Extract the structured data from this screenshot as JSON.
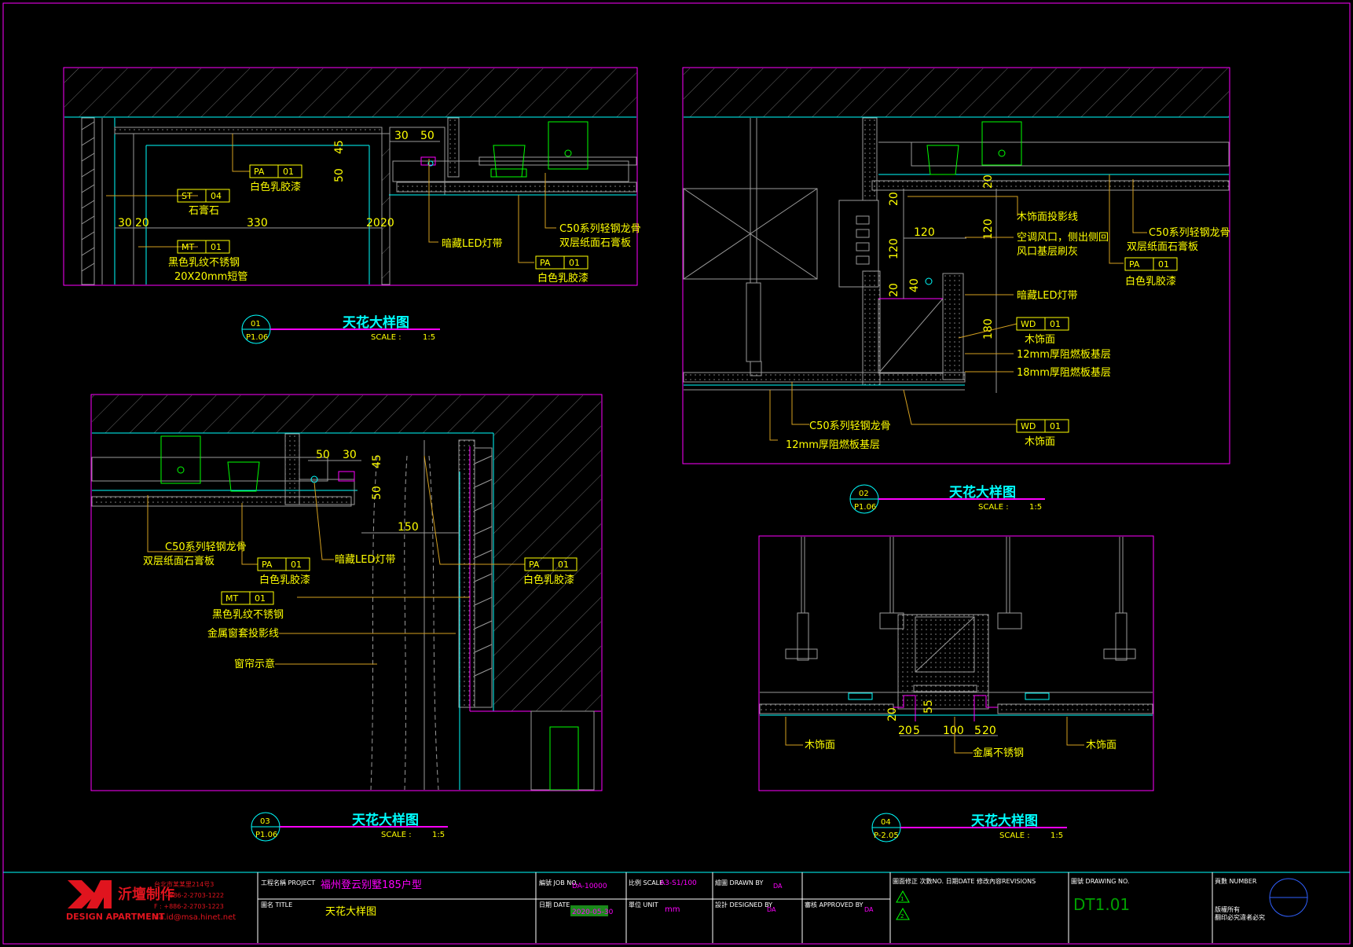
{
  "detail1": {
    "tags": [
      {
        "code": "PA",
        "num": "01",
        "text": "白色乳胶漆"
      },
      {
        "code": "ST",
        "num": "04",
        "text": "石膏石"
      },
      {
        "code": "MT",
        "num": "01",
        "text": "黑色乳纹不锈钢",
        "text2": "20X20mm短管"
      },
      {
        "code": "PA",
        "num": "01",
        "text": "白色乳胶漆"
      }
    ],
    "notes": [
      "暗藏LED灯带",
      "C50系列轻钢龙骨",
      "双层纸面石膏板"
    ],
    "dims": [
      "30",
      "50",
      "45",
      "50",
      "30",
      "20",
      "330",
      "20",
      "20"
    ],
    "title": {
      "num": "01",
      "sheet": "P1.06",
      "name": "天花大样图",
      "scale_label": "SCALE :",
      "scale": "1:5"
    }
  },
  "detail2": {
    "notes": [
      "木饰面投影线",
      "空调风口，侧出侧回",
      "风口基层刷灰",
      "暗藏LED灯带",
      "12mm厚阻燃板基层",
      "18mm厚阻燃板基层",
      "C50系列轻钢龙骨",
      "12mm厚阻燃板基层",
      "C50系列轻钢龙骨",
      "双层纸面石膏板"
    ],
    "tags": [
      {
        "code": "WD",
        "num": "01",
        "text": "木饰面"
      },
      {
        "code": "WD",
        "num": "01",
        "text": "木饰面"
      },
      {
        "code": "PA",
        "num": "01",
        "text": "白色乳胶漆"
      }
    ],
    "dims": [
      "20",
      "120",
      "20",
      "120",
      "20",
      "40",
      "120",
      "180"
    ],
    "title": {
      "num": "02",
      "sheet": "P1.06",
      "name": "天花大样图",
      "scale_label": "SCALE :",
      "scale": "1:5"
    }
  },
  "detail3": {
    "notes": [
      "C50系列轻钢龙骨",
      "双层纸面石膏板",
      "暗藏LED灯带",
      "金属窗套投影线",
      "窗帘示意"
    ],
    "tags": [
      {
        "code": "PA",
        "num": "01",
        "text": "白色乳胶漆"
      },
      {
        "code": "PA",
        "num": "01",
        "text": "白色乳胶漆"
      },
      {
        "code": "MT",
        "num": "01",
        "text": "黑色乳纹不锈钢"
      }
    ],
    "dims": [
      "50",
      "30",
      "45",
      "50",
      "150"
    ],
    "title": {
      "num": "03",
      "sheet": "P1.06",
      "name": "天花大样图",
      "scale_label": "SCALE :",
      "scale": "1:5"
    }
  },
  "detail4": {
    "notes": [
      "木饰面",
      "金属不锈钢",
      "木饰面"
    ],
    "dims": [
      "20",
      "55",
      "20",
      "5",
      "100",
      "5",
      "20"
    ],
    "title": {
      "num": "04",
      "sheet": "P-2.05",
      "name": "天花大样图",
      "scale_label": "SCALE :",
      "scale": "1:5"
    }
  },
  "titleblock": {
    "company_cn": "沂壇制作",
    "company_en": "DESIGN APARTMENT",
    "address": "台北市某某里214号3",
    "tel": "T : +886-2-2703-1222",
    "fax": "F : +886-2-2703-1223",
    "email": "da.id@msa.hinet.net",
    "project_label": "工程名稱 PROJECT",
    "project": "福州登云别墅185户型",
    "title_label": "圖名 TITLE",
    "title": "天花大样图",
    "job_label": "編號 JOB NO.",
    "job": "DA-10000",
    "date_label": "日期 DATE",
    "date": "2020-05-30",
    "scale_label": "比例 SCALE",
    "scale": "A3-S1/100",
    "unit_label": "單位 UNIT",
    "unit": "mm",
    "drawn_label": "繪圖 DRAWN BY",
    "drawn": "DA",
    "designed_label": "設計 DESIGNED BY",
    "designed": "DA",
    "approved_label": "審核 APPROVED BY",
    "approved": "DA",
    "revisions_label": "圖面修正 次數NO. 日期DATE 修改內容REVISIONS",
    "rev1": "1",
    "rev2": "2",
    "drawing_no_label": "圖號 DRAWING NO.",
    "drawing_no": "DT1.01",
    "page_label": "頁數 NUMBER",
    "copyright1": "版權所有",
    "copyright2": "翻印必究違者必究"
  },
  "colors": {
    "frame": "#ff00ff",
    "accent": "#00ffff",
    "text": "#ffff00",
    "leader": "#d4a020",
    "grid": "#9a9a9a",
    "background": "#000000"
  }
}
